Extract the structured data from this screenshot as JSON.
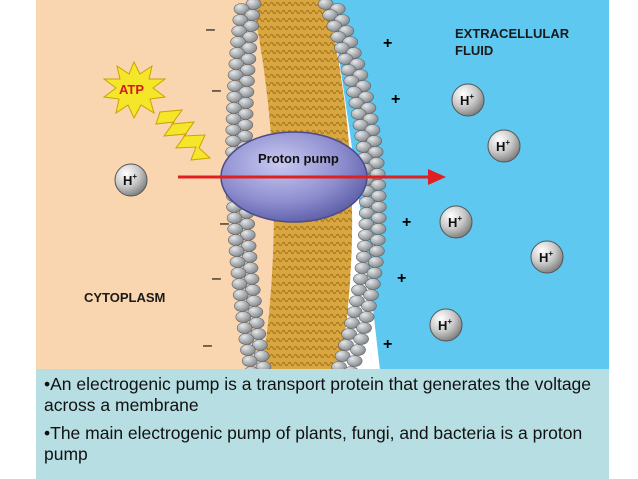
{
  "labels": {
    "extracellular_line1": "EXTRACELLULAR",
    "extracellular_line2": "FLUID",
    "cytoplasm": "CYTOPLASM",
    "atp": "ATP",
    "proton_pump": "Proton pump",
    "proton": "H",
    "proton_charge": "+",
    "minus": "–",
    "plus": "+"
  },
  "bullets": [
    "•An electrogenic pump is a transport protein that generates the voltage across a membrane",
    "•The main electrogenic pump of plants, fungi, and bacteria is a proton pump"
  ],
  "colors": {
    "cytoplasm": "#fad6b0",
    "extracellular": "#5ec8f0",
    "lipid_tails": "#d9a640",
    "lipid_heads": "#9fa3a6",
    "pump": "#8f8fd0",
    "arrow": "#e02020",
    "atp_star": "#f5e62a",
    "caption_bg": "#b7dfe3"
  }
}
